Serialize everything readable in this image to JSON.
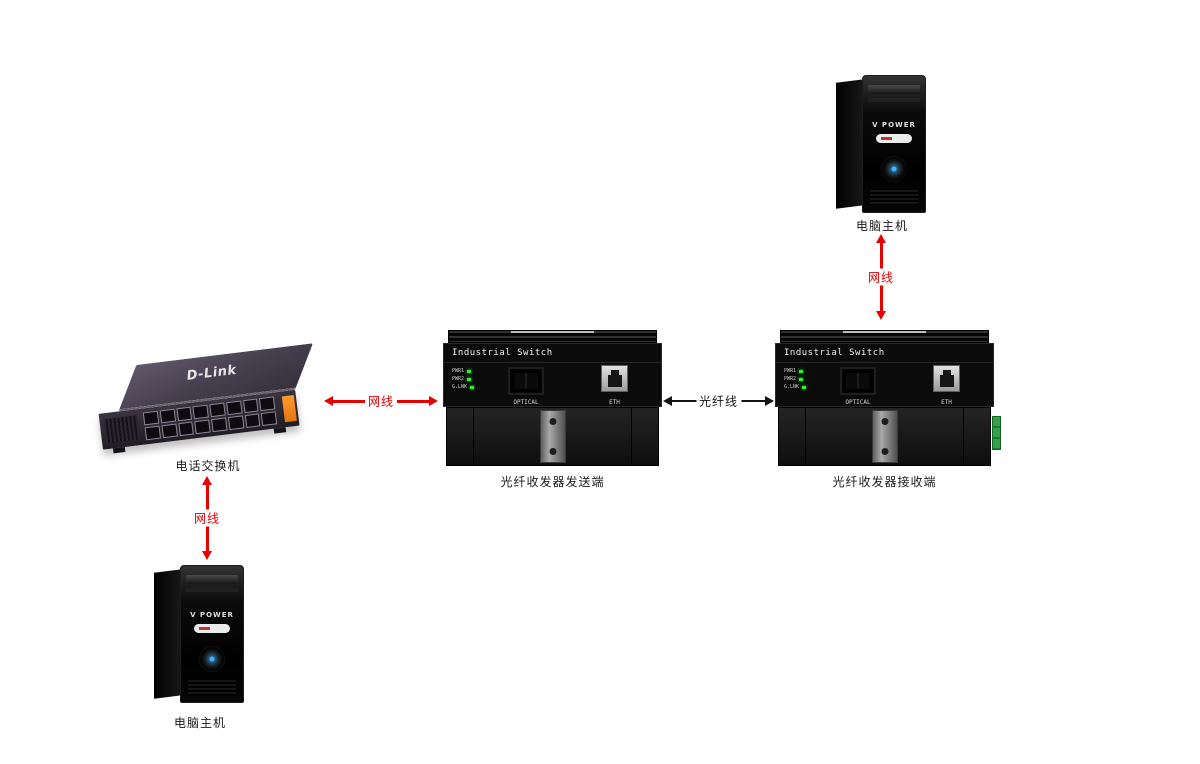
{
  "diagram": {
    "nodes": {
      "computer_top": {
        "label": "电脑主机"
      },
      "computer_bottom": {
        "label": "电脑主机"
      },
      "phone_switch": {
        "label": "电话交换机",
        "brand": "D-Link"
      },
      "transceiver_sender": {
        "label": "光纤收发器发送端"
      },
      "transceiver_receiver": {
        "label": "光纤收发器接收端"
      }
    },
    "industrial_switch": {
      "title": "Industrial Switch",
      "leds": [
        "PWR1",
        "PWR2",
        "G.LNK"
      ],
      "optical_port_label": "OPTICAL",
      "eth_port_label": "ETH"
    },
    "tower": {
      "logo": "V POWER"
    },
    "cables": {
      "lan_top": {
        "label": "网线",
        "color": "#e60000"
      },
      "lan_left": {
        "label": "网线",
        "color": "#e60000"
      },
      "lan_bottom": {
        "label": "网线",
        "color": "#e60000"
      },
      "fiber": {
        "label": "光纤线",
        "color": "#141414"
      }
    }
  }
}
